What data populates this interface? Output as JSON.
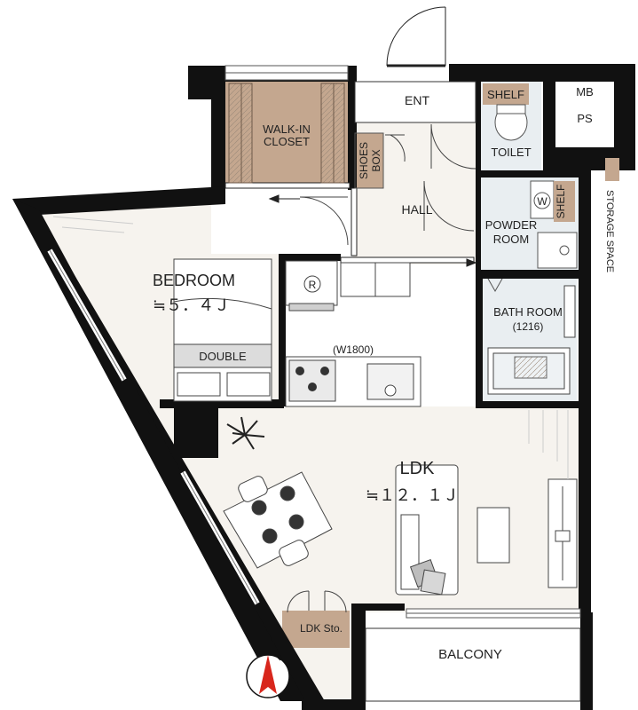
{
  "floorplan": {
    "rooms": {
      "ent": "ENT",
      "shelf_toilet": "SHELF",
      "toilet": "TOILET",
      "mb": "MB",
      "ps": "PS",
      "walk_in_line1": "WALK-IN",
      "walk_in_line2": "CLOSET",
      "shoes_line1": "SHOES",
      "shoes_line2": "BOX",
      "hall": "HALL",
      "powder_line1": "POWDER",
      "powder_line2": "ROOM",
      "shelf_powder": "SHELF",
      "washer_mark": "W",
      "bath": "BATH ROOM",
      "bath_size": "(1216)",
      "bedroom": "BEDROOM",
      "bedroom_size": "≒５．４Ｊ",
      "double_bed": "DOUBLE",
      "fridge_mark": "R",
      "kitchen_width": "(W1800)",
      "ldk": "LDK",
      "ldk_size": "≒１２．１Ｊ",
      "ldk_storage": "LDK Sto.",
      "balcony": "BALCONY"
    },
    "legend": {
      "storage_label": "STORAGE SPACE",
      "storage_color": "#c4a78f"
    },
    "colors": {
      "wall": "#111111",
      "floor": "#f6f3ee",
      "wet_area": "#e9eef1",
      "storage": "#c4a78f",
      "compass_needle": "#d8261c"
    }
  }
}
